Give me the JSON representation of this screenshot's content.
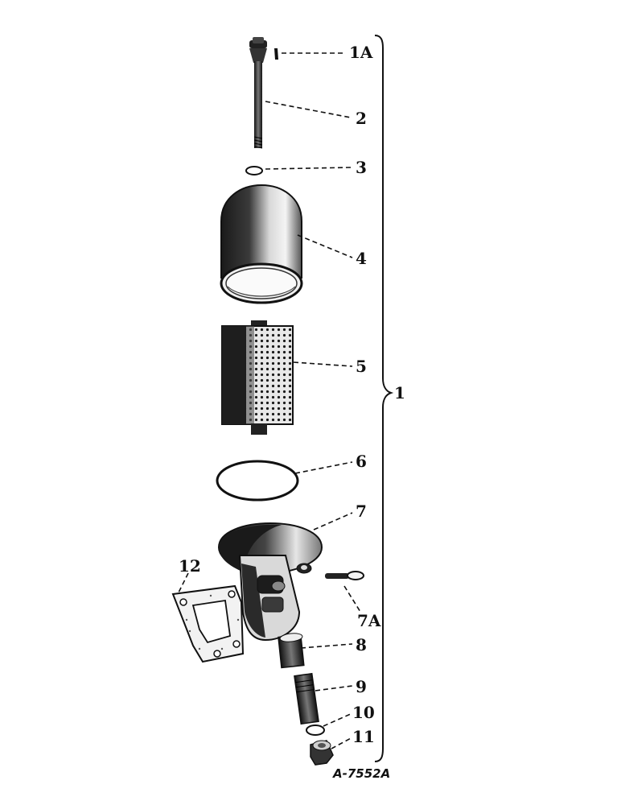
{
  "diagram": {
    "callouts": {
      "c1A": "1A",
      "c2": "2",
      "c3": "3",
      "c4": "4",
      "c5": "5",
      "c6": "6",
      "c7": "7",
      "c7A": "7A",
      "c8": "8",
      "c9": "9",
      "c10": "10",
      "c11": "11",
      "c12": "12",
      "c1": "1"
    },
    "drawing_number": "A-7552A"
  }
}
